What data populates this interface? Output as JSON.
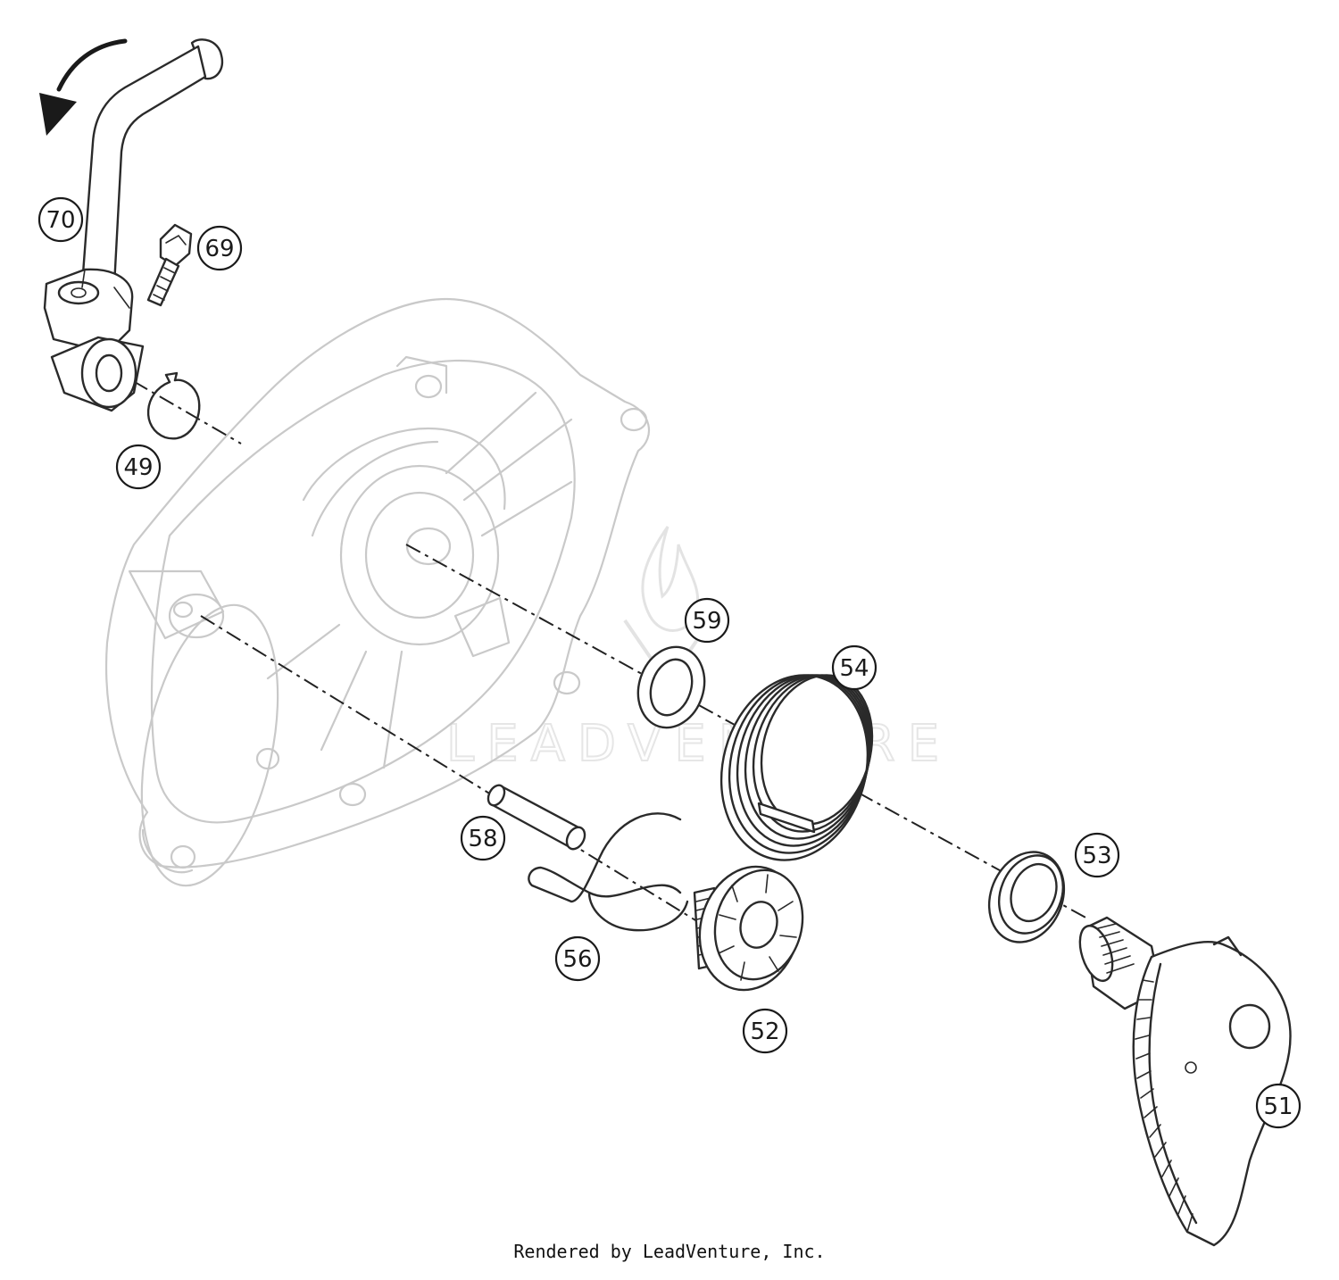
{
  "diagram": {
    "callouts": [
      "70",
      "69",
      "49",
      "59",
      "54",
      "58",
      "53",
      "56",
      "52",
      "51"
    ],
    "watermark": "LEADVENTURE",
    "credit": "Rendered by LeadVenture, Inc."
  },
  "icons": {
    "rotation_arrow": "curved-arrow-icon",
    "watermark_logo": "flame-logo-icon"
  },
  "colors": {
    "line": "#2a2a2a",
    "housing": "#c9c9c9",
    "watermark": "#e6e6e6"
  }
}
